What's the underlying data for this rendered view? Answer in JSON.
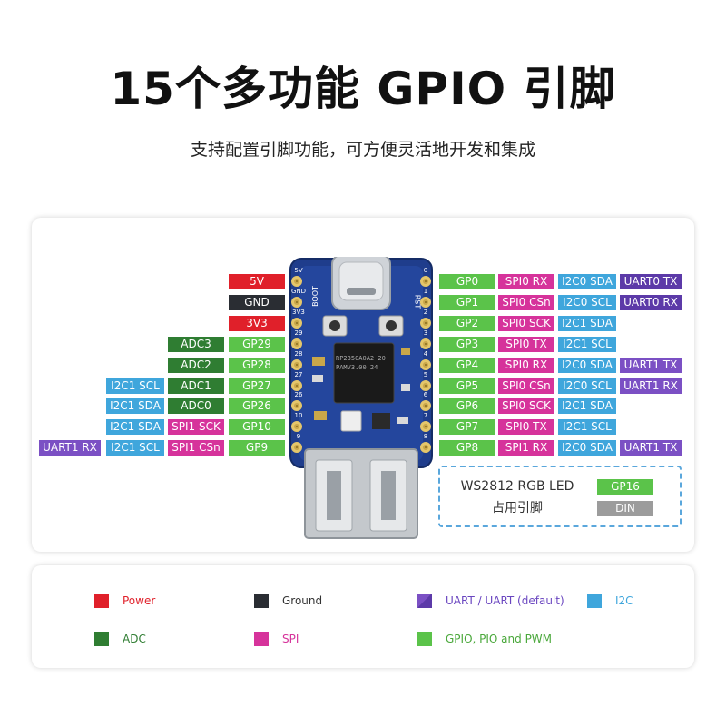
{
  "header": {
    "title": "15个多功能 GPIO 引脚",
    "subtitle": "支持配置引脚功能，可方便灵活地开发和集成"
  },
  "colors": {
    "power": "#e0202a",
    "ground": "#2a2d33",
    "uart": "#7b50c4",
    "uart_default": "#5c3aa8",
    "i2c": "#3fa6dc",
    "adc": "#2f7d32",
    "spi": "#d6339b",
    "gpio": "#5bc34a",
    "din": "#9c9c9c"
  },
  "left_pins": [
    {
      "labels": [
        {
          "text": "5V",
          "type": "power"
        }
      ]
    },
    {
      "labels": [
        {
          "text": "GND",
          "type": "ground"
        }
      ]
    },
    {
      "labels": [
        {
          "text": "3V3",
          "type": "power"
        }
      ]
    },
    {
      "labels": [
        {
          "text": "ADC3",
          "type": "adc"
        },
        {
          "text": "GP29",
          "type": "gpio"
        }
      ]
    },
    {
      "labels": [
        {
          "text": "ADC2",
          "type": "adc"
        },
        {
          "text": "GP28",
          "type": "gpio"
        }
      ]
    },
    {
      "labels": [
        {
          "text": "I2C1 SCL",
          "type": "i2c"
        },
        {
          "text": "ADC1",
          "type": "adc"
        },
        {
          "text": "GP27",
          "type": "gpio"
        }
      ]
    },
    {
      "labels": [
        {
          "text": "I2C1 SDA",
          "type": "i2c"
        },
        {
          "text": "ADC0",
          "type": "adc"
        },
        {
          "text": "GP26",
          "type": "gpio"
        }
      ]
    },
    {
      "labels": [
        {
          "text": "I2C1 SDA",
          "type": "i2c"
        },
        {
          "text": "SPI1 SCK",
          "type": "spi"
        },
        {
          "text": "GP10",
          "type": "gpio"
        }
      ]
    },
    {
      "labels": [
        {
          "text": "UART1 RX",
          "type": "uart"
        },
        {
          "text": "I2C1 SCL",
          "type": "i2c"
        },
        {
          "text": "SPI1 CSn",
          "type": "spi"
        },
        {
          "text": "GP9",
          "type": "gpio"
        }
      ]
    }
  ],
  "right_pins": [
    {
      "labels": [
        {
          "text": "GP0",
          "type": "gpio"
        },
        {
          "text": "SPI0 RX",
          "type": "spi"
        },
        {
          "text": "I2C0 SDA",
          "type": "i2c"
        },
        {
          "text": "UART0 TX",
          "type": "uart_default"
        }
      ]
    },
    {
      "labels": [
        {
          "text": "GP1",
          "type": "gpio"
        },
        {
          "text": "SPI0 CSn",
          "type": "spi"
        },
        {
          "text": "I2C0 SCL",
          "type": "i2c"
        },
        {
          "text": "UART0 RX",
          "type": "uart_default"
        }
      ]
    },
    {
      "labels": [
        {
          "text": "GP2",
          "type": "gpio"
        },
        {
          "text": "SPI0 SCK",
          "type": "spi"
        },
        {
          "text": "I2C1 SDA",
          "type": "i2c"
        }
      ]
    },
    {
      "labels": [
        {
          "text": "GP3",
          "type": "gpio"
        },
        {
          "text": "SPI0 TX",
          "type": "spi"
        },
        {
          "text": "I2C1 SCL",
          "type": "i2c"
        }
      ]
    },
    {
      "labels": [
        {
          "text": "GP4",
          "type": "gpio"
        },
        {
          "text": "SPI0 RX",
          "type": "spi"
        },
        {
          "text": "I2C0 SDA",
          "type": "i2c"
        },
        {
          "text": "UART1 TX",
          "type": "uart"
        }
      ]
    },
    {
      "labels": [
        {
          "text": "GP5",
          "type": "gpio"
        },
        {
          "text": "SPI0 CSn",
          "type": "spi"
        },
        {
          "text": "I2C0 SCL",
          "type": "i2c"
        },
        {
          "text": "UART1 RX",
          "type": "uart"
        }
      ]
    },
    {
      "labels": [
        {
          "text": "GP6",
          "type": "gpio"
        },
        {
          "text": "SPI0 SCK",
          "type": "spi"
        },
        {
          "text": "I2C1 SDA",
          "type": "i2c"
        }
      ]
    },
    {
      "labels": [
        {
          "text": "GP7",
          "type": "gpio"
        },
        {
          "text": "SPI0 TX",
          "type": "spi"
        },
        {
          "text": "I2C1 SCL",
          "type": "i2c"
        }
      ]
    },
    {
      "labels": [
        {
          "text": "GP8",
          "type": "gpio"
        },
        {
          "text": "SPI1 RX",
          "type": "spi"
        },
        {
          "text": "I2C0 SDA",
          "type": "i2c"
        },
        {
          "text": "UART1 TX",
          "type": "uart"
        }
      ]
    }
  ],
  "board": {
    "silk_left": [
      "5V",
      "GND",
      "3V3",
      "29",
      "28",
      "27",
      "26",
      "10",
      "9"
    ],
    "silk_right": [
      "0",
      "1",
      "2",
      "3",
      "4",
      "5",
      "6",
      "7",
      "8"
    ],
    "boot_label": "BOOT",
    "rst_label": "RST",
    "chip_text_1": "RP2350A0A2 20",
    "chip_text_2": "PAMV3.00 24"
  },
  "ws2812": {
    "title": "WS2812 RGB LED",
    "subtitle": "占用引脚",
    "pin": "GP16",
    "signal": "DIN"
  },
  "legend": [
    {
      "label": "Power",
      "color": "power",
      "text_color": "#e0202a"
    },
    {
      "label": "Ground",
      "color": "ground",
      "text_color": "#333333"
    },
    {
      "label": "UART / UART (default)",
      "color": "uart",
      "text_color": "#6a46c0"
    },
    {
      "label": "I2C",
      "color": "i2c",
      "text_color": "#3fa6dc"
    },
    {
      "label": "ADC",
      "color": "adc",
      "text_color": "#2f7d32"
    },
    {
      "label": "SPI",
      "color": "spi",
      "text_color": "#d6339b"
    },
    {
      "label": "GPIO, PIO and PWM",
      "color": "gpio",
      "text_color": "#4aa83b"
    }
  ]
}
